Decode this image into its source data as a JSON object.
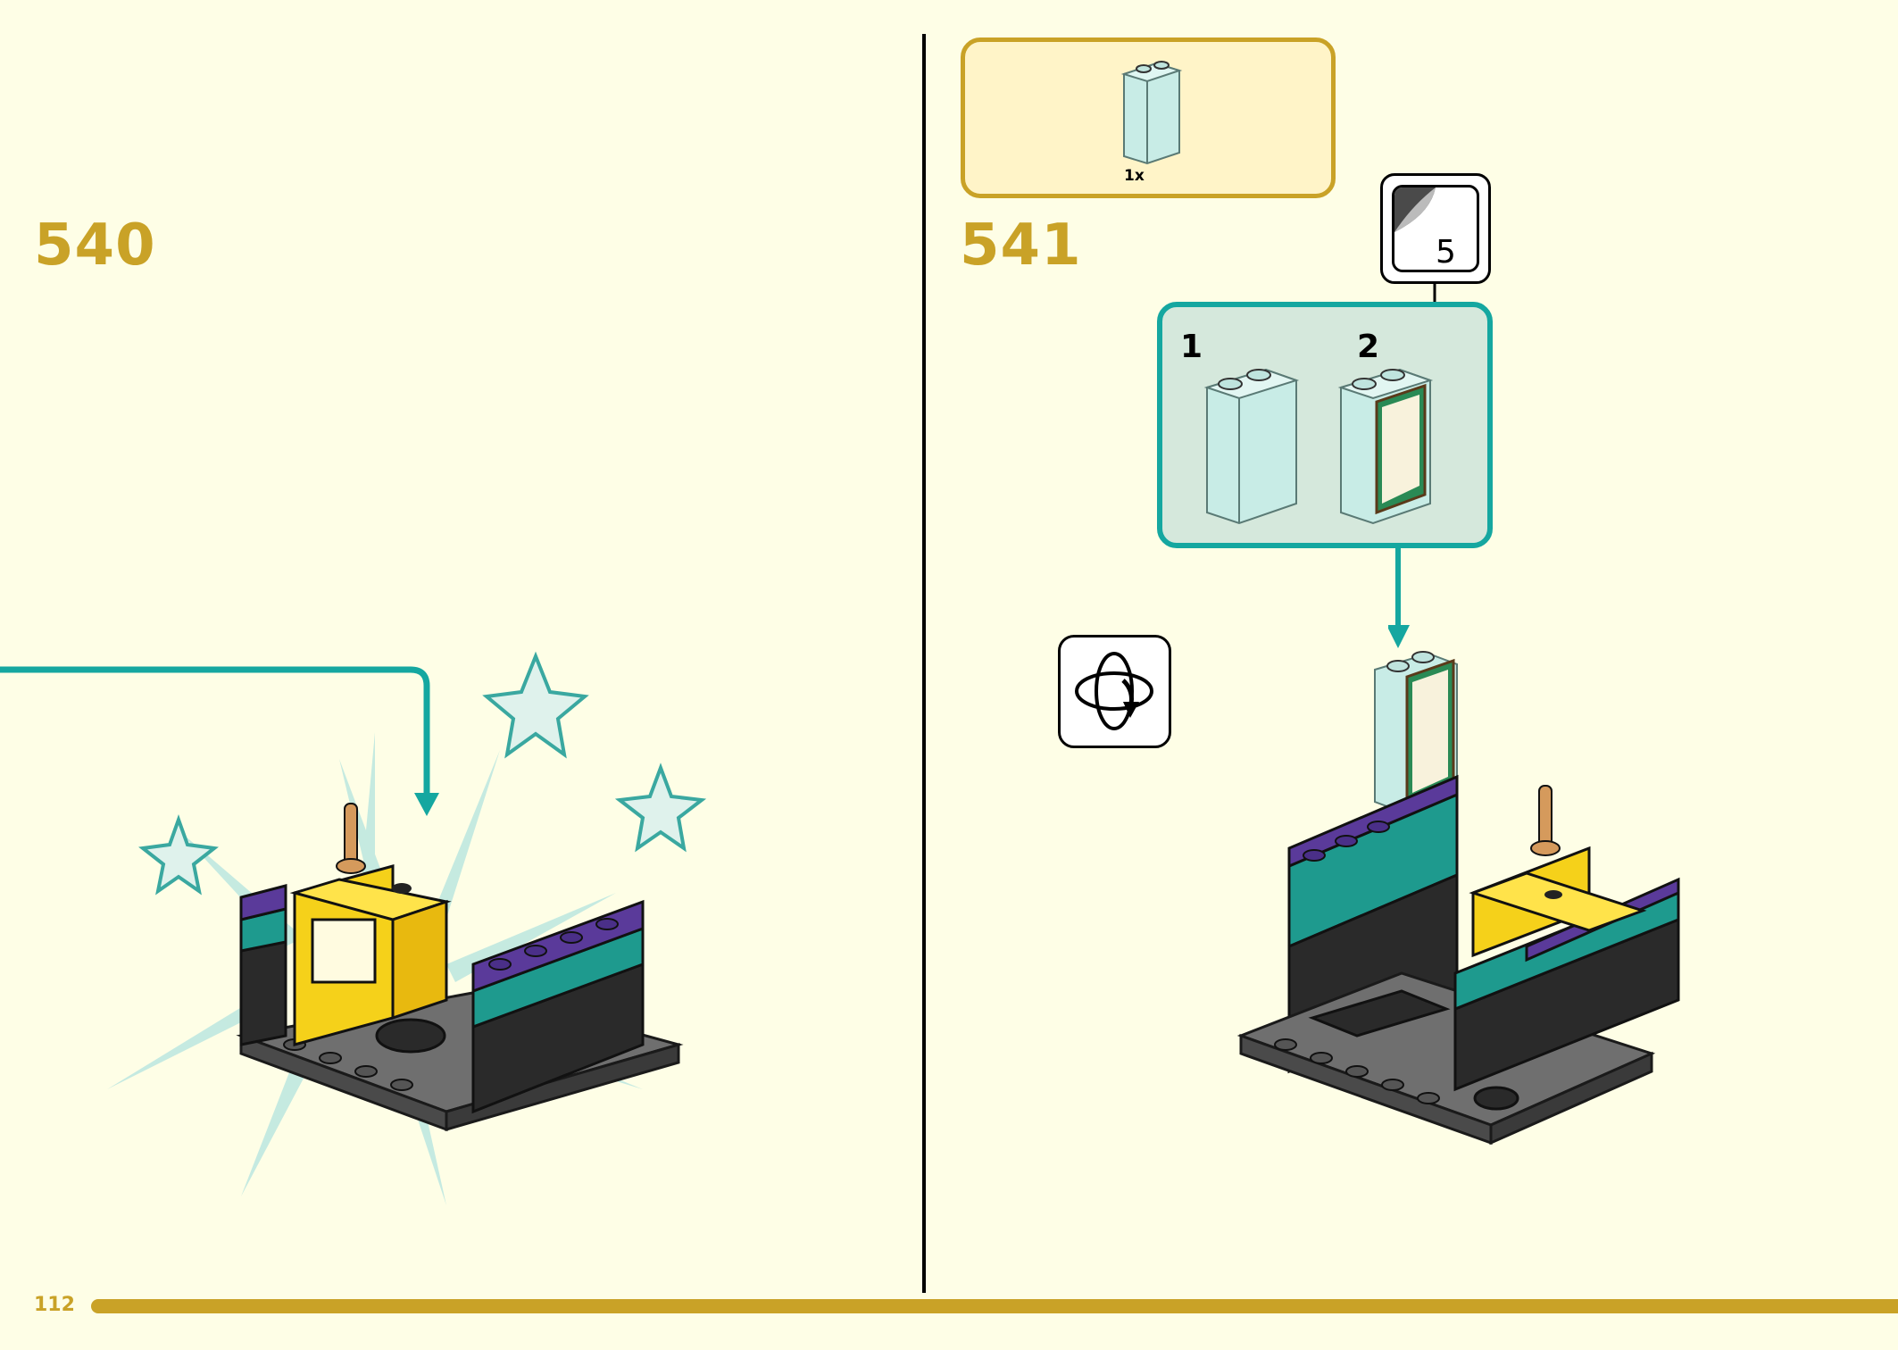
{
  "page": {
    "number": "112"
  },
  "steps": [
    {
      "number": "540"
    },
    {
      "number": "541"
    }
  ],
  "parts_list": {
    "quantity": "1x",
    "part_color": "#c8ece6"
  },
  "sticker": {
    "number": "5"
  },
  "substeps": [
    {
      "label": "1"
    },
    {
      "label": "2"
    }
  ],
  "icons": {
    "rotate": "rotate-model-icon",
    "sticker": "sticker-sheet-icon"
  },
  "colors": {
    "accent_gold": "#c9a227",
    "teal": "#15a7a0",
    "background": "#fefee6"
  }
}
